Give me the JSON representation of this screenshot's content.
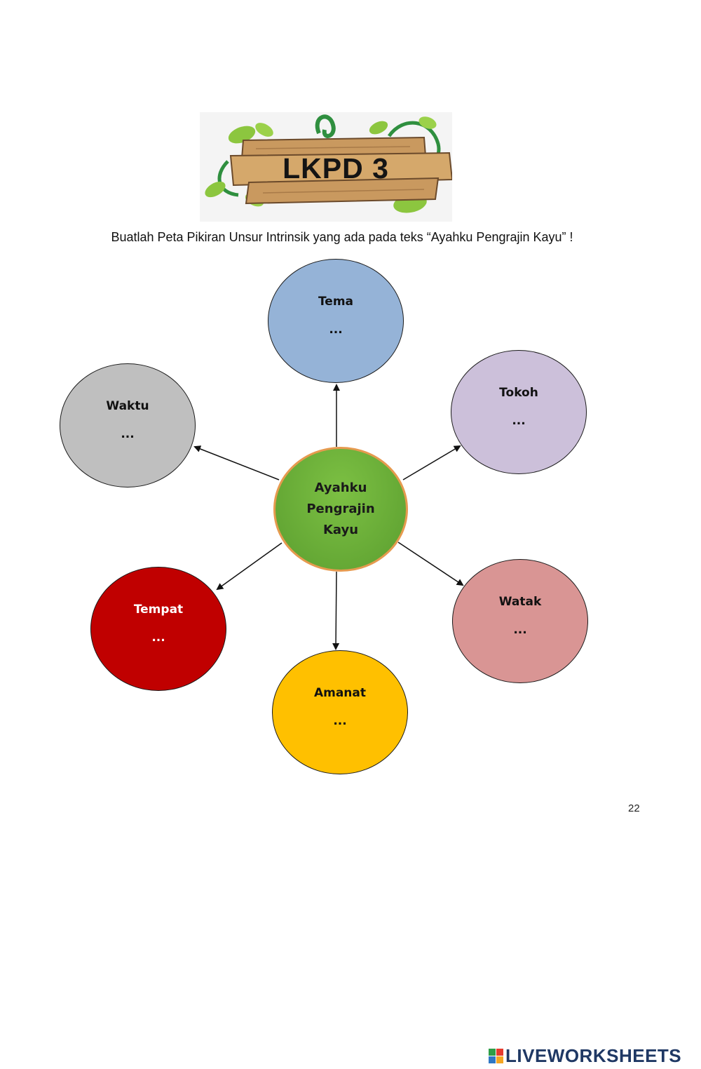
{
  "banner": {
    "title": "LKPD 3"
  },
  "instruction": "Buatlah Peta Pikiran Unsur Intrinsik yang ada pada teks “Ayahku Pengrajin Kayu” !",
  "mind_map": {
    "center": {
      "lines": [
        "Ayahku",
        "Pengrajin",
        "Kayu"
      ],
      "color": "#62a836",
      "border": "#e69a4f"
    },
    "nodes": [
      {
        "id": "tema",
        "label": "Tema",
        "value": "...",
        "color": "#95b3d7"
      },
      {
        "id": "tokoh",
        "label": "Tokoh",
        "value": "...",
        "color": "#ccc0da"
      },
      {
        "id": "watak",
        "label": "Watak",
        "value": "...",
        "color": "#d99594"
      },
      {
        "id": "amanat",
        "label": "Amanat",
        "value": "...",
        "color": "#ffc000"
      },
      {
        "id": "tempat",
        "label": "Tempat",
        "value": "...",
        "color": "#c00000"
      },
      {
        "id": "waktu",
        "label": "Waktu",
        "value": "...",
        "color": "#bfbfbf"
      }
    ]
  },
  "page_number": "22",
  "footer": {
    "brand": "LIVEWORKSHEETS",
    "colors": [
      "#2e9e47",
      "#e63b2e",
      "#2f78c4",
      "#f5a623"
    ]
  }
}
